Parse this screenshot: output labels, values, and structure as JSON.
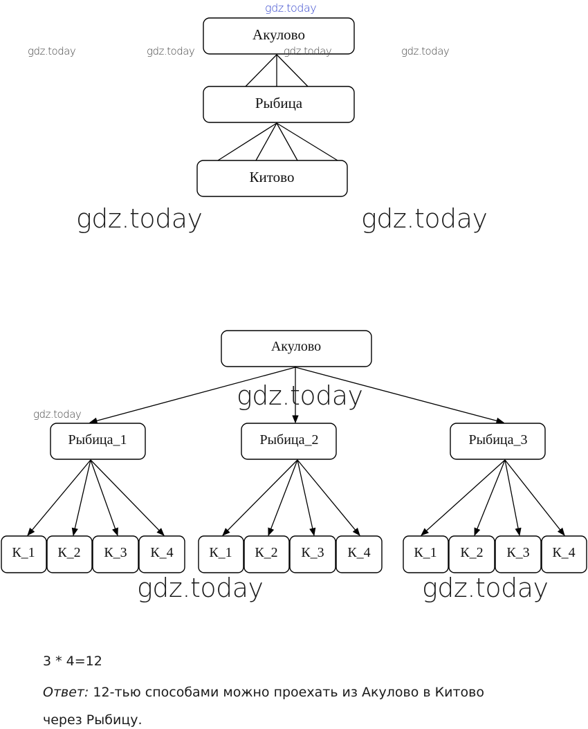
{
  "watermarks": {
    "text": "gdz.today",
    "blue_color": "#3344cc"
  },
  "diagram_top": {
    "nodes": {
      "akulovo": "Акулово",
      "rybitsa": "Рыбица",
      "kitovo": "Китово"
    },
    "edges_akulovo_to_rybitsa": 3,
    "edges_rybitsa_to_kitovo": 4
  },
  "diagram_bottom": {
    "root": "Акулово",
    "middle": [
      "Рыбица_1",
      "Рыбица_2",
      "Рыбица_3"
    ],
    "leaves": [
      "К_1",
      "К_2",
      "К_3",
      "К_4"
    ]
  },
  "solution": {
    "calculation": "3 * 4=12",
    "answer_label": "Ответ:",
    "answer_line1": " 12-тью способами можно проехать из Акулово в Китово",
    "answer_line2": "через Рыбицу."
  }
}
